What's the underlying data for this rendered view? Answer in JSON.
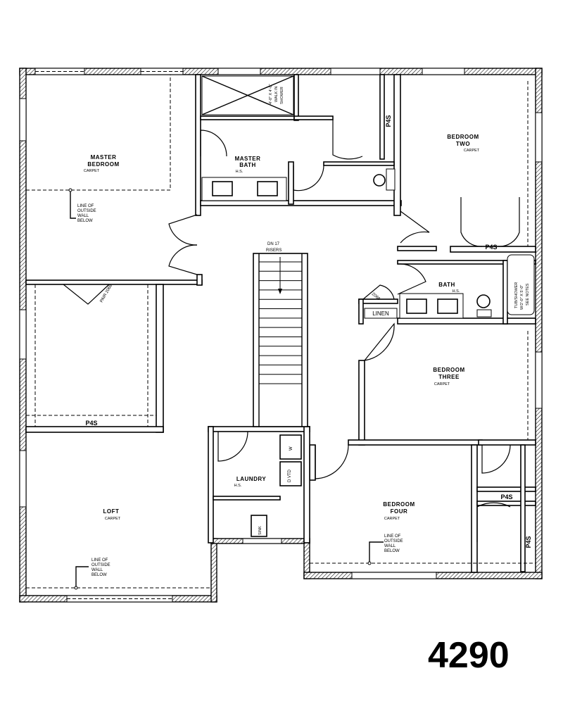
{
  "plan_number": "4290",
  "rooms": {
    "master_bedroom": {
      "name": "MASTER",
      "name2": "BEDROOM",
      "floor": "CARPET"
    },
    "master_bath": {
      "name": "MASTER",
      "name2": "BATH",
      "floor": "H.S."
    },
    "bedroom_two": {
      "name": "BEDROOM",
      "name2": "TWO",
      "floor": "CARPET"
    },
    "bath": {
      "name": "BATH",
      "floor": "H.S."
    },
    "bedroom_three": {
      "name": "BEDROOM",
      "name2": "THREE",
      "floor": "CARPET"
    },
    "bedroom_four": {
      "name": "BEDROOM",
      "name2": "FOUR",
      "floor": "CARPET"
    },
    "laundry": {
      "name": "LAUNDRY",
      "floor": "H.S."
    },
    "loft": {
      "name": "LOFT",
      "floor": "CARPET"
    },
    "linen": "LINEN"
  },
  "labels": {
    "stairs_line1": "DN 17",
    "stairs_line2": "RISERS",
    "pair_door": "PAIR 2068",
    "door_2068": "2068",
    "sink": "SINK",
    "washer": "W",
    "dryer": "D VTD",
    "walk_in_shower_1": "4'-0\" X 4'-0\"",
    "walk_in_shower_2": "WALK IN",
    "walk_in_shower_3": "SHOWER",
    "tub_1": "TUB/SHOWER",
    "tub_2": "W/2'-0\" X 5'-0\"",
    "tub_3": "SEE NOTES",
    "p4s": "P4S"
  },
  "notes": {
    "line1": "LINE OF",
    "line2": "OUTSIDE",
    "line3": "WALL",
    "line4": "BELOW"
  }
}
